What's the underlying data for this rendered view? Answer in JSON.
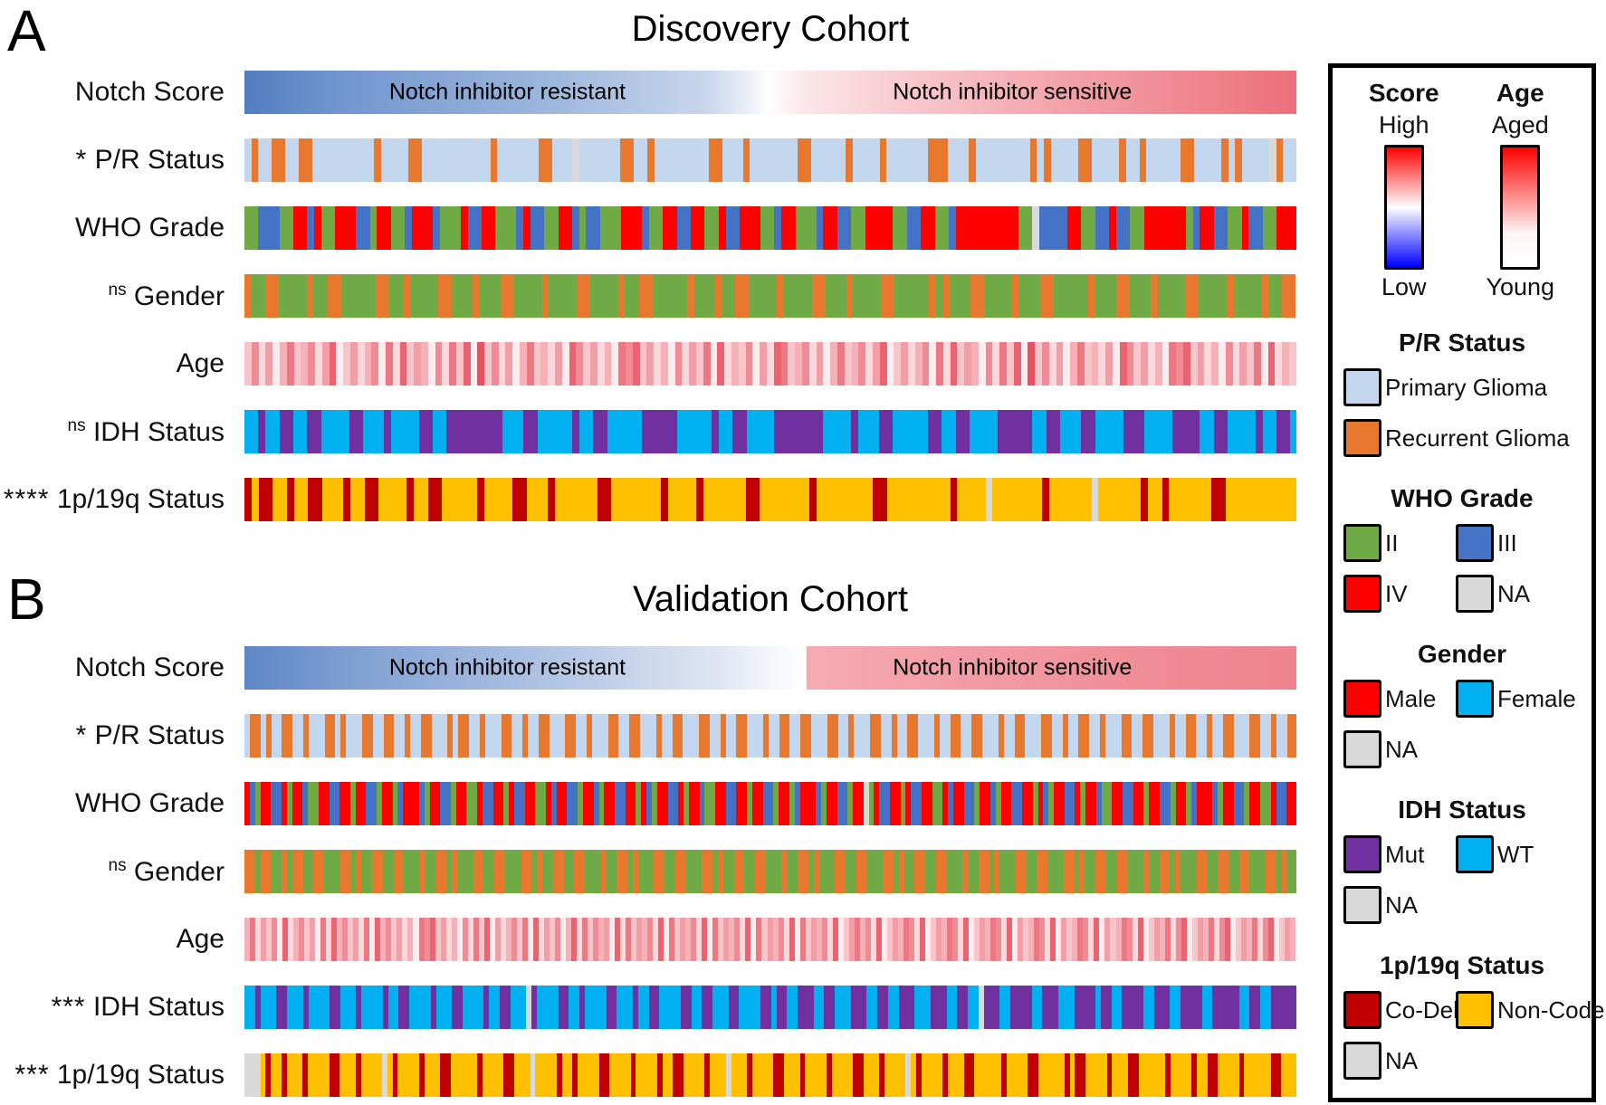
{
  "palette": {
    "P": "#c3d8ee",
    "R": "#e8782d",
    "G": "#6faa45",
    "B": "#4472c4",
    "V": "#fe0000",
    "N": "#d9d9d9",
    "F": "#6faa45",
    "O": "#e8782d",
    "M": "#7030a0",
    "W": "#00b0f0",
    "C": "#c00000",
    "Y": "#ffc000"
  },
  "age_scale": [
    "#ffffff",
    "#e8505f"
  ],
  "chart_data": [
    {
      "type": "heatmap",
      "panel": "A",
      "title": "Discovery Cohort",
      "gradient_bar": {
        "left_label": "Notch inhibitor resistant",
        "right_label": "Notch inhibitor sensitive",
        "left_label_pos": 0.25,
        "right_label_pos": 0.73,
        "stops": [
          {
            "pos": 0,
            "color": "#517dc1"
          },
          {
            "pos": 0.08,
            "color": "#6e94cd"
          },
          {
            "pos": 0.3,
            "color": "#9fb9de"
          },
          {
            "pos": 0.44,
            "color": "#c9d7ec"
          },
          {
            "pos": 0.487,
            "color": "#f2f5fa"
          },
          {
            "pos": 0.497,
            "color": "#ffffff"
          },
          {
            "pos": 0.53,
            "color": "#fce8ea"
          },
          {
            "pos": 0.62,
            "color": "#f8ccd1"
          },
          {
            "pos": 0.78,
            "color": "#f3a2a9"
          },
          {
            "pos": 0.93,
            "color": "#ef8089"
          },
          {
            "pos": 1,
            "color": "#ed6f7a"
          }
        ]
      },
      "rows": [
        {
          "label": "Notch Score",
          "marker": "",
          "kind": "notch"
        },
        {
          "label": "P/R Status",
          "marker": "*",
          "kind": "cat",
          "pattern": "PRPPRRPPRRPPPPPPPPPRPPPPRRPPPPPPPPPPRPPPPPPRRPPPNPPPPPPRRPPRPPPPPPPPRRPPPRPPPPPPPRRPPPPPRPPPPRPPPPPPRRRPPPRPPPPPPPPRPRPPPPRRPPPPRPPRPPPPPRRPPPPRPRPPPPNRPP"
        },
        {
          "label": "WHO Grade",
          "marker": "",
          "kind": "cat",
          "pattern": "GGBBBGGVVBVGGVVVBBGVVGGBVVVBGGGVBBVVGGGBVBBGGVVBGBBGGGVVVBGGVVBBVVGGVBBVVVGGBVVGGGBVVBBGGVVVVGGBBVVGGBVVVVVVVVVGGNBBBBVVGGBBVBBGGVVVVVVGBVVBBGGVBBGGVVV"
        },
        {
          "label": "Gender",
          "marker": "ns",
          "kind": "cat",
          "pattern": "OFFOOFFFFOFFOOFFFFFOOFFOFFFFOOFFFOFFFOOFFFFOFFFFOOFFFFOFFOOFFFFFOFFFOFFOOFFFFOFFFFOOFFFOFFFFOOFFFFFOFOFFFOOFFFFOFFFOOFFFFFOFFFOOFFFOFFFFOOFFFFOFFFFOFFOO"
        },
        {
          "label": "Age",
          "marker": "",
          "kind": "age",
          "pattern": "36251473462581352461728354162738193625147342518635241768352416253718243615287346251473462581352461728354162738193625147342518635241768352416253718243"
        },
        {
          "label": "IDH Status",
          "marker": "ns",
          "kind": "cat",
          "pattern": "WWMWWMMWWMMWWWWMMWWWMWWWWMMWWMMMMMMMMWWWMMWWWWWMWWMMWWWWWMMMMMWWWWWMWWMMWWWWMMMMMMMWWWWMWWWMMWWWWWMMWWMMWWWWMMMMMWWMMWWWMMWWWWMMMWWWWMMMMWWMMWWWWMWWMMW"
        },
        {
          "label": "1p/19q Status",
          "marker": "****",
          "kind": "cat",
          "pattern": "CYCCYYCYYCCYYYCYYCCYYYYCYYCCYYYYYCYYYYCCYYYCYYYYYYCCYYYYYYYCYYYYCYYYYYYCCYYYYYYYCYYYYYYYYCCYYYYYYYYYCYYYYNYYYYYYYCYYYYYYNYYYYYYCYYCYYYYYYCCYYYYYYYYYY"
        }
      ]
    },
    {
      "type": "heatmap",
      "panel": "B",
      "title": "Validation Cohort",
      "gradient_bar": {
        "left_label": "Notch inhibitor resistant",
        "right_label": "Notch inhibitor sensitive",
        "left_label_pos": 0.25,
        "right_label_pos": 0.73,
        "stops": [
          {
            "pos": 0,
            "color": "#5d87c5"
          },
          {
            "pos": 0.1,
            "color": "#7e9fd2"
          },
          {
            "pos": 0.3,
            "color": "#b3c6e5"
          },
          {
            "pos": 0.45,
            "color": "#dfe6f2"
          },
          {
            "pos": 0.52,
            "color": "#fbfcfd"
          },
          {
            "pos": 0.534,
            "color": "#ffffff"
          },
          {
            "pos": 0.5345,
            "color": "#f6abb2"
          },
          {
            "pos": 0.7,
            "color": "#f29ba4"
          },
          {
            "pos": 0.88,
            "color": "#ef8b94"
          },
          {
            "pos": 1,
            "color": "#ee838d"
          }
        ]
      },
      "rows": [
        {
          "label": "Notch Score",
          "marker": "",
          "kind": "notch"
        },
        {
          "label": "P/R Status",
          "marker": "*",
          "kind": "cat",
          "pattern": "PRRPRPPRRPPRPPPRRPRPPPRRPPRRPPRPPRRPPPRPRRPPRPPPRRPPRPPRRPPPRRPPRPPPRRPPRRPPPRPPRRPPPRRPPRPPRRPPPRPPRRPPRRPPPRRPPRPPPRRPPRPPRRPPPRPPRRPPRRPPPRPPRRPPPRRPPRPPRRPPRPPPRRPPRRPPPRPPRRPPRPPRRPPPRRPPRPPRR"
        },
        {
          "label": "WHO Grade",
          "marker": "",
          "kind": "cat",
          "pattern": "VBGVVBBVGVVBGGVVBBVVGVVBBGVVGBVVVBGVVBBGVVGGVBBVVGVBBVVGGVBVVBBGVVBGVVBBVVGVBGVVBBVGVVBGGVVBBVVGVVBBGVVGBVVVBGVVBBGVVNGVBBVVGVBBVVGGVBVVBBGVVBGVVBBVVGVBGVVBBVGVVBGGVVBBVVGVVBBGVVGBVVVBGVVBBGVVGGVBBVV"
        },
        {
          "label": "Gender",
          "marker": "ns",
          "kind": "cat",
          "pattern": "OOFOOFFOFOOFFOOFFFOOFOFFOOFFOOFFFOFFOOFOFFFOOFFOOFFFOOFOFFOOFFOOFFFOFFOOFOFFFOOFFOOFFFOOFOFFOOFFOOFFFOFFOOFOFFFOOFFOOFFFOOFOFFOOFFOOFFFOFFOOFOFFFOOFFOOFFFOOFOFFOOFFOOFFFOFFOOFOFFFOOFFOOFFOOFFFOOFOFF"
        },
        {
          "label": "Age",
          "marker": "",
          "kind": "age",
          "pattern": "4725361824635172846352718463524176835241627381524637182536148273645182735462817354628173546281735462817354628135746281354762813547628135476281534762815347628153476281354726813547268135472681354"
        },
        {
          "label": "IDH Status",
          "marker": "***",
          "kind": "cat",
          "pattern": "WWMWWWMMWWWMWWWWMMWWWMWWWWMWWMMWWWWMWWWMMWWWWMWWMMWWWNMWWWWMMWWMWWWWMMWWWMWWMMWWWWMMWWMMWWWMMWWWWMMWMMWWMMMWWMMWWWMMMWWMMWWMMMWWWMMMWWMMWWNMMMWWMMMMWWMMMWWWMMMMWMMWWMMMMWWMMMWWMMMMWWMMMMMWWMMWWMMMMM"
        },
        {
          "label": "1p/19q Status",
          "marker": "***",
          "kind": "cat",
          "pattern": "NNNYCYYCYYYCYYYYCCYYYCYYYYNYCYYYYCYYYCCYYYYYCYYYYCCYYYNYYYYCYYCYYYYCCYYYYCYYYYCYYCCYYYYCYYYNYYYCYYYYCCYYYCYYYYCYYYYCCYYYCYYYYNYCYYYYCYYYCCYYYYYCYYYYCCYYYYYCYCCYYYYCYYYCCYYYYYCYYYYCYYCCYYYYCYYYYYCCYYY"
        }
      ]
    }
  ],
  "legend": {
    "score": {
      "title": "Score",
      "top": "High",
      "bottom": "Low",
      "gradient": [
        "#ff0000",
        "#ffffff",
        "#0000ff"
      ]
    },
    "age": {
      "title": "Age",
      "top": "Aged",
      "bottom": "Young",
      "gradient": [
        "#ff0000",
        "#fdf5f6"
      ]
    },
    "sections": [
      {
        "title": "P/R Status",
        "columns": 1,
        "items": [
          {
            "label": "Primary Glioma",
            "color": "#c3d8ee"
          },
          {
            "label": "Recurrent Glioma",
            "color": "#e8782d"
          }
        ]
      },
      {
        "title": "WHO Grade",
        "columns": 2,
        "items": [
          {
            "label": "II",
            "color": "#6faa45"
          },
          {
            "label": "III",
            "color": "#4472c4"
          },
          {
            "label": "IV",
            "color": "#fe0000"
          },
          {
            "label": "NA",
            "color": "#d9d9d9"
          }
        ]
      },
      {
        "title": "Gender",
        "columns": 2,
        "items": [
          {
            "label": "Male",
            "color": "#fe0000"
          },
          {
            "label": "Female",
            "color": "#00b0f0"
          },
          {
            "label": "NA",
            "color": "#d9d9d9"
          }
        ]
      },
      {
        "title": "IDH Status",
        "columns": 2,
        "items": [
          {
            "label": "Mut",
            "color": "#7030a0"
          },
          {
            "label": "WT",
            "color": "#00b0f0"
          },
          {
            "label": "NA",
            "color": "#d9d9d9"
          }
        ]
      },
      {
        "title": "1p/19q Status",
        "columns": 2,
        "items": [
          {
            "label": "Co-Del",
            "color": "#c00000"
          },
          {
            "label": "Non-Codel",
            "color": "#ffc000"
          },
          {
            "label": "NA",
            "color": "#d9d9d9"
          }
        ]
      }
    ]
  }
}
